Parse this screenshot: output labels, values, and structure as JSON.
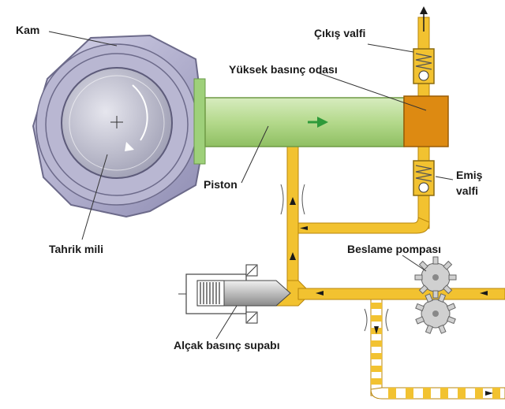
{
  "labels": {
    "kam": "Kam",
    "cikis_valfi": "Çıkış  valfi",
    "yuksek_basinc_odasi": "Yüksek basınç odası",
    "piston": "Piston",
    "emis": "Emiş",
    "valfi": "valfi",
    "tahrik_mili": "Tahrik mili",
    "besleme_pompasi": "Beslame pompası",
    "alcak_basinc_supabi": "Alçak basınç supabı"
  },
  "colors": {
    "fuel_pipe": "#f2c230",
    "fuel_pipe_edge": "#b8860b",
    "chamber": "#dd8a12",
    "piston": "#b9dc92",
    "cam_body": "#b0aecc",
    "gear": "#c8c8c8",
    "arrow": "#1a1a1a",
    "flow_arrow": "#2e9a3a"
  },
  "icons": [
    "cam-icon",
    "gear-icon",
    "spring-icon",
    "flow-arrow-icon"
  ]
}
